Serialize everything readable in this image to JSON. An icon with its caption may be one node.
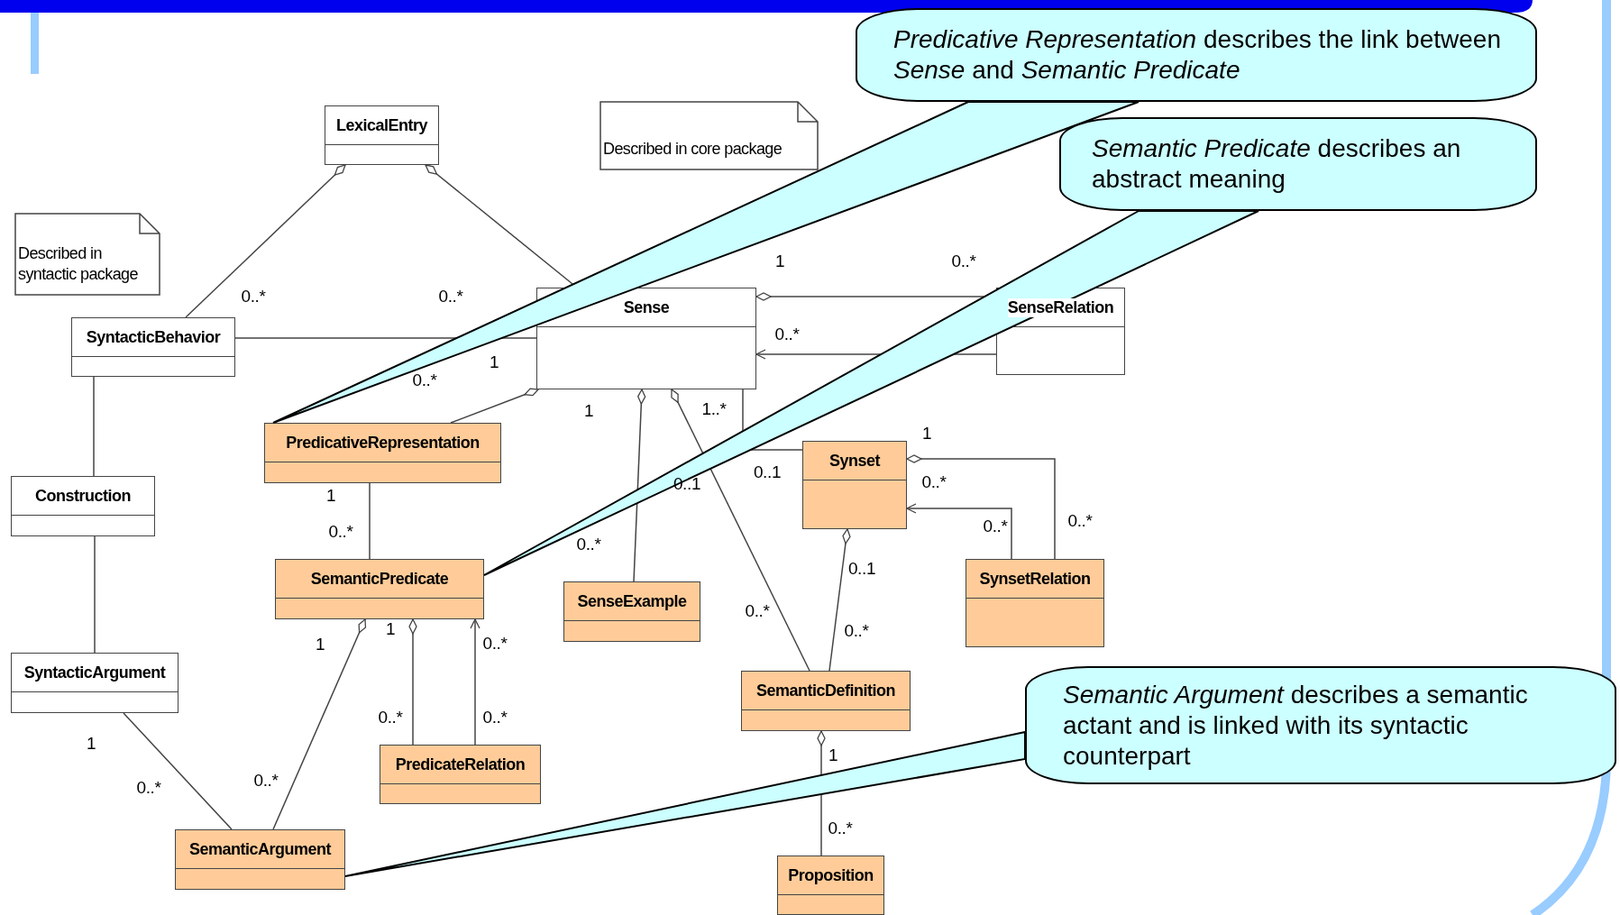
{
  "diagram": {
    "nodes": [
      {
        "text": [
          "*Predicative Representation* describes the link between *Sense* and *Semantic Predicate*"
        ]
      },
      {
        "text": [
          "LexicalEntry"
        ]
      },
      {
        "text": [
          "Described in core package"
        ]
      },
      {
        "text": [
          "*Semantic Predicate* describes an abstract meaning"
        ]
      },
      {
        "text": [
          "Described in syntactic package"
        ]
      },
      {
        "text": [
          "SyntacticBehavior"
        ]
      },
      {
        "text": [
          "Sense"
        ]
      },
      {
        "text": [
          "SenseRelation"
        ]
      },
      {
        "text": [
          "PredicativeRepresentation"
        ]
      },
      {
        "text": [
          "Synset"
        ]
      },
      {
        "text": [
          "Construction"
        ]
      },
      {
        "text": [
          "SemanticPredicate"
        ]
      },
      {
        "text": [
          "SenseExample"
        ]
      },
      {
        "text": [
          "SynsetRelation"
        ]
      },
      {
        "text": [
          "SyntacticArgument"
        ]
      },
      {
        "text": [
          "SemanticDefinition"
        ]
      },
      {
        "text": [
          "*Semantic Argument* describes a semantic actant and is linked with its syntactic counterpart"
        ]
      },
      {
        "text": [
          "PredicateRelation"
        ]
      },
      {
        "text": [
          "SemanticArgument"
        ]
      },
      {
        "text": [
          "Proposition"
        ]
      }
    ],
    "edges": [
      {
        "from": 1,
        "to": 5,
        "arrow": "other"
      },
      {
        "from": 1,
        "to": 6,
        "arrow": "other"
      },
      {
        "from": 5,
        "to": 6,
        "arrow": "none"
      },
      {
        "from": 6,
        "to": 7,
        "arrow": "other"
      },
      {
        "from": 7,
        "to": 6,
        "arrow": "to"
      },
      {
        "from": 6,
        "to": 8,
        "arrow": "other"
      },
      {
        "from": 6,
        "to": 12,
        "arrow": "other"
      },
      {
        "from": 6,
        "to": 15,
        "arrow": "other"
      },
      {
        "from": 6,
        "to": 9,
        "arrow": "none"
      },
      {
        "from": 9,
        "to": 13,
        "arrow": "other"
      },
      {
        "from": 13,
        "to": 9,
        "arrow": "to"
      },
      {
        "from": 9,
        "to": 15,
        "arrow": "other"
      },
      {
        "from": 15,
        "to": 19,
        "arrow": "other"
      },
      {
        "from": 8,
        "to": 11,
        "arrow": "none"
      },
      {
        "from": 11,
        "to": 18,
        "arrow": "other"
      },
      {
        "from": 11,
        "to": 17,
        "arrow": "other"
      },
      {
        "from": 17,
        "to": 11,
        "arrow": "to"
      },
      {
        "from": 5,
        "to": 10,
        "arrow": "none"
      },
      {
        "from": 10,
        "to": 14,
        "arrow": "none"
      },
      {
        "from": 14,
        "to": 18,
        "arrow": "none"
      },
      {
        "from": 0,
        "to": 8,
        "arrow": "none"
      },
      {
        "from": 3,
        "to": 11,
        "arrow": "none"
      },
      {
        "from": 16,
        "to": 18,
        "arrow": "none"
      }
    ],
    "labels": [
      "1",
      "0..*",
      "0..*",
      "0..*",
      "0..*",
      "1",
      "0..*",
      "1..*",
      "1",
      "1",
      "0..1",
      "0..*",
      "0..1",
      "1",
      "0..*",
      "0..*",
      "0..*",
      "0..*",
      "0..1",
      "0..*",
      "1",
      "0..*",
      "0..*",
      "1",
      "0..*",
      "0..*",
      "1",
      "1",
      "0..*",
      "0..*",
      "0..*"
    ]
  }
}
